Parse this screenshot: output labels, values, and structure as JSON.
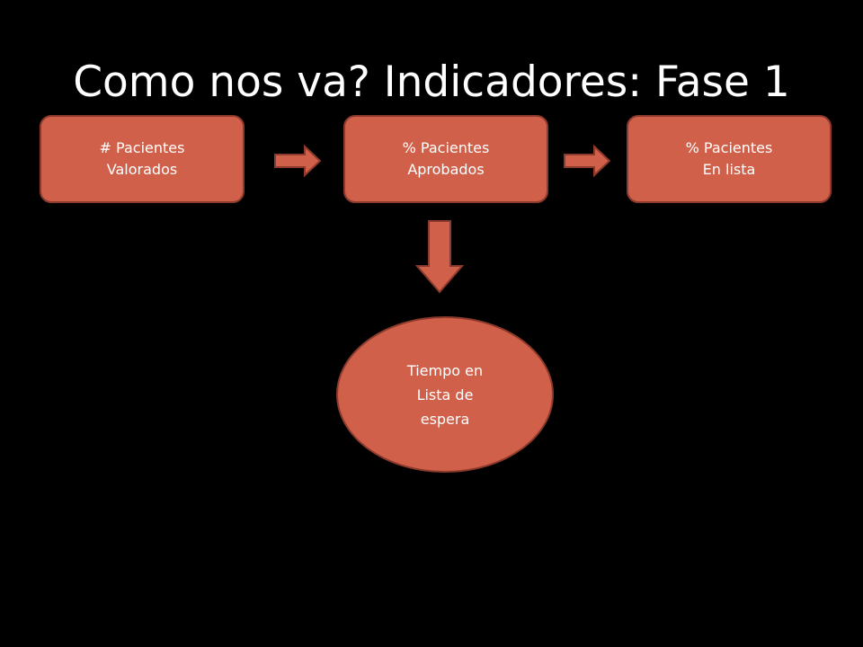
{
  "slide": {
    "title": "Como nos va? Indicadores: Fase 1"
  },
  "nodes": [
    {
      "lines": [
        "# Pacientes",
        "Valorados"
      ]
    },
    {
      "lines": [
        "% Pacientes",
        "Aprobados"
      ]
    },
    {
      "lines": [
        "% Pacientes",
        "En lista"
      ]
    },
    {
      "lines": [
        "Tiempo en",
        "Lista de",
        "espera"
      ]
    }
  ],
  "colors": {
    "background": "#000000",
    "node_fill": "#d1604b",
    "node_border": "#8c3a2c",
    "text": "#ffffff"
  },
  "icons": {
    "arrow_right": "arrow-right-icon",
    "arrow_down": "arrow-down-icon"
  }
}
